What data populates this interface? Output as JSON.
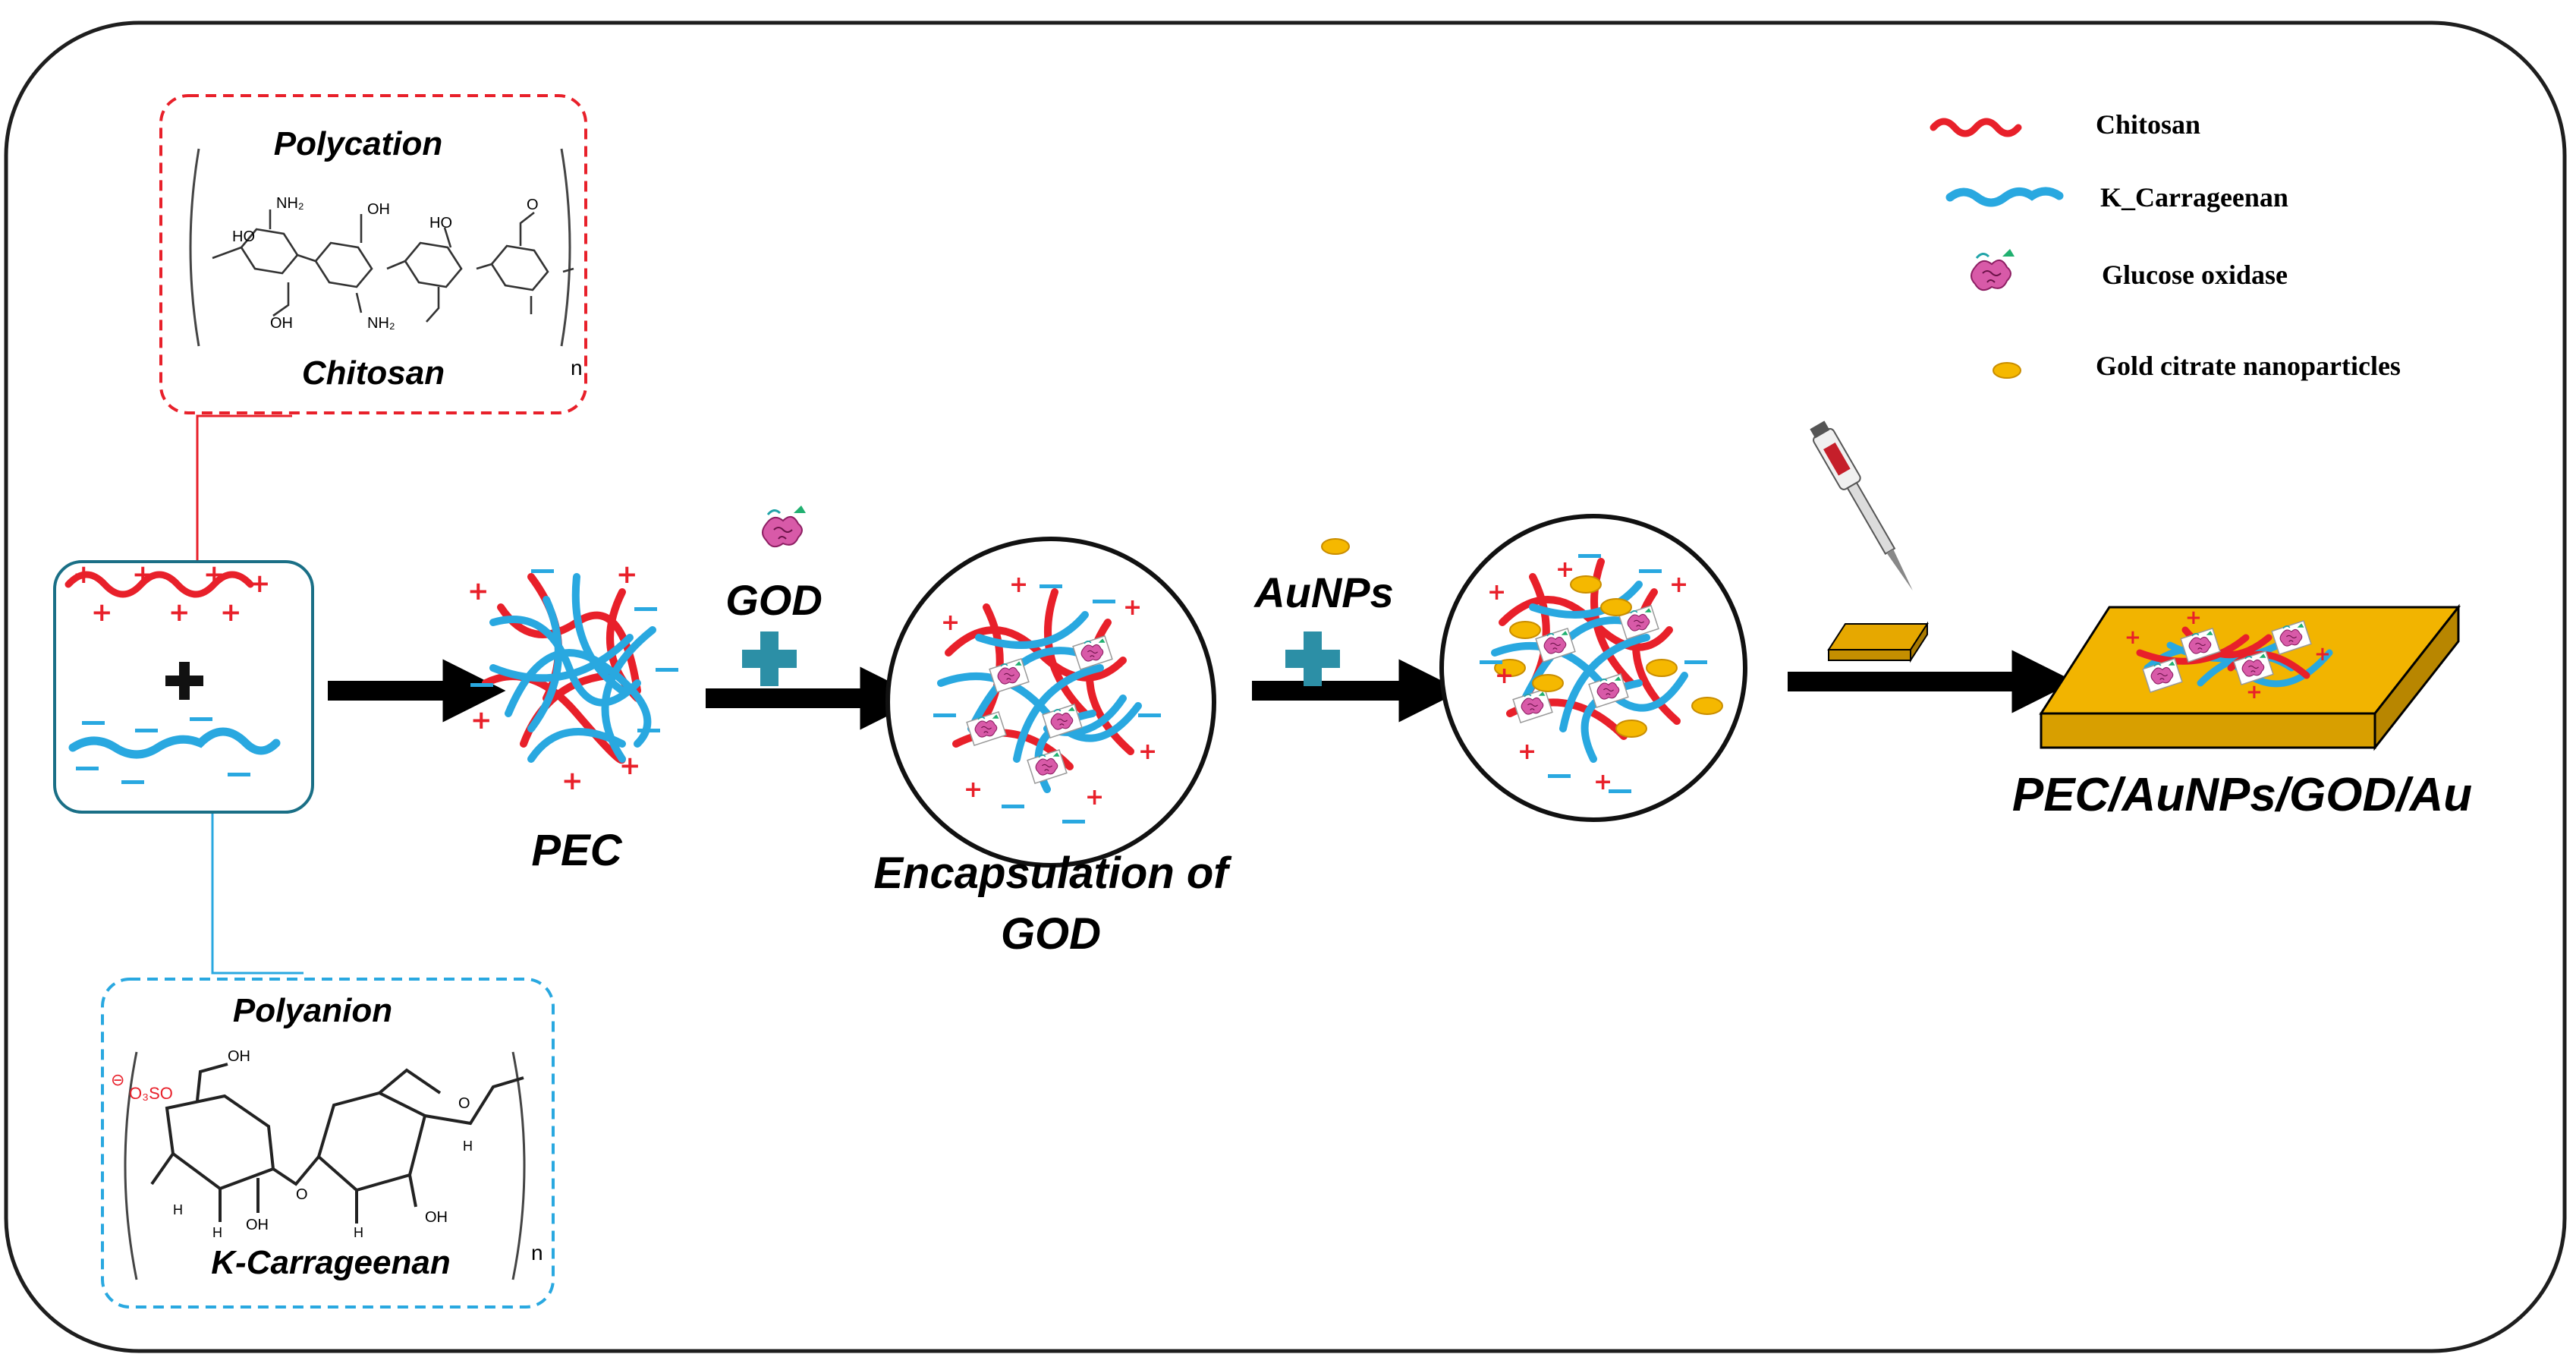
{
  "chitosan_box": {
    "top": "Polycation",
    "bottom": "Chitosan",
    "repeat": "n"
  },
  "carrageenan_box": {
    "top": "Polyanion",
    "bottom": "K-Carrageenan",
    "repeat": "n",
    "sulfate": "O₃SO",
    "sulfate_charge": "⊖"
  },
  "chem_labels": {
    "ho": "HO",
    "oh": "OH",
    "nh2": "NH₂",
    "o": "O",
    "h": "H"
  },
  "steps": {
    "pec": "PEC",
    "god": "GOD",
    "encap1": "Encapsulation of",
    "encap2": "GOD",
    "aunps": "AuNPs",
    "final": "PEC/AuNPs/GOD/Au"
  },
  "legend": {
    "chitosan": "Chitosan",
    "carrageenan": "K_Carrageenan",
    "glucose": "Glucose oxidase",
    "gold": "Gold citrate nanoparticles"
  },
  "colors": {
    "chitosan": "#e8202a",
    "carrageenan": "#29a8e0",
    "gold": "#f5b800",
    "cross": "#2c8fa6",
    "enzyme": "#c0398e",
    "border": "#1e1e1e"
  },
  "icons": [
    "chitosan-strand-icon",
    "carrageenan-strand-icon",
    "glucose-oxidase-icon",
    "gold-nanoparticle-icon",
    "micropipette-icon",
    "plus-icon",
    "arrow-icon"
  ]
}
